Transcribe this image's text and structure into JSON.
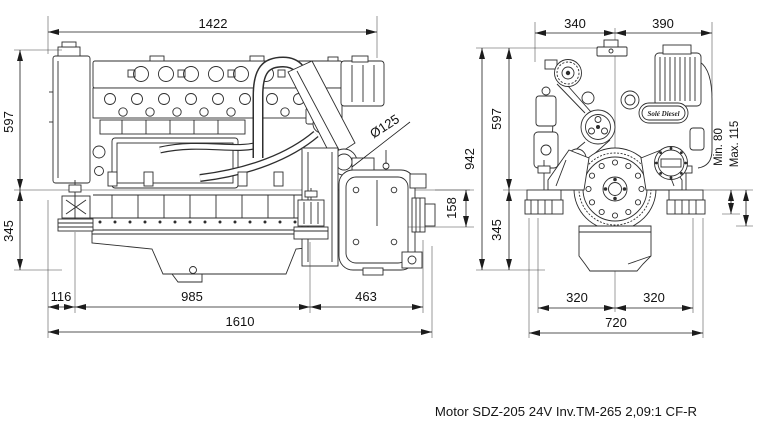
{
  "caption": "Motor SDZ-205 24V Inv.TM-265 2,09:1 CF-R",
  "badge": "Solé Diesel",
  "side_view_dims": {
    "overall_length_top": "1422",
    "height_upper": "597",
    "height_lower": "345",
    "exhaust_diameter": "Ø125",
    "output_drop": "158",
    "front_overhang": "116",
    "mount_spacing": "985",
    "gearbox_overhang": "463",
    "overall_length": "1610"
  },
  "front_view_dims": {
    "width_front_left": "340",
    "width_front_right": "390",
    "overall_height": "942",
    "height_upper": "597",
    "height_lower": "345",
    "mount_height_min": "Min. 80",
    "mount_height_max": "Max. 115",
    "foot_span_left": "320",
    "foot_span_right": "320",
    "overall_width": "720"
  }
}
